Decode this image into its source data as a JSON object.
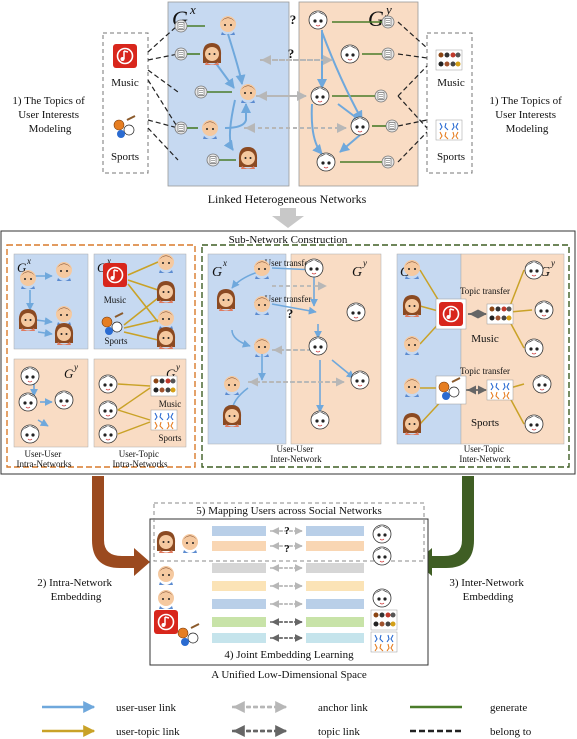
{
  "top": {
    "gx": "G",
    "gx_sup": "x",
    "gy": "G",
    "gy_sup": "y",
    "music_left": "Music",
    "sports_left": "Sports",
    "music_right": "Music",
    "sports_right": "Sports",
    "topics_left": [
      "1) The Topics of",
      "User Interests",
      "Modeling"
    ],
    "topics_right": [
      "1) The Topics of",
      "User Interests",
      "Modeling"
    ],
    "caption": "Linked Heterogeneous Networks"
  },
  "middle": {
    "title": "Sub-Network Construction",
    "intra": {
      "music": "Music",
      "sports": "Sports",
      "music2": "Music",
      "sports2": "Sports",
      "label_user": [
        "User-User",
        "Intra-Networks"
      ],
      "label_topic": [
        "User-Topic",
        "Intra-Networks"
      ]
    },
    "inter_user": {
      "transfer1": "User transfer",
      "transfer2": "User transfer",
      "label": [
        "User-User",
        "Inter-Network"
      ]
    },
    "inter_topic": {
      "transfer1": "Topic transfer",
      "transfer2": "Topic transfer",
      "music": "Music",
      "sports": "Sports",
      "label": [
        "User-Topic",
        "Inter-Network"
      ]
    },
    "q": "?"
  },
  "bottom": {
    "mapping_title": "5) Mapping Users across Social Networks",
    "joint_title": "4) Joint Embedding Learning",
    "space_caption": "A Unified Low-Dimensional Space",
    "intra_label": [
      "2) Intra-Network",
      "Embedding"
    ],
    "inter_label": [
      "3) Inter-Network",
      "Embedding"
    ]
  },
  "legend": {
    "user_user": "user-user link",
    "anchor": "anchor link",
    "generate": "generate",
    "user_topic": "user-topic link",
    "topic": "topic link",
    "belong": "belong to"
  },
  "colors": {
    "blue_panel": "#c6d9f1",
    "pink_panel": "#f9dcc4",
    "user_user": "#6fa8dc",
    "user_topic": "#c9a227",
    "anchor": "#b7b7b7",
    "topic_link": "#666666",
    "generate": "#4a7c2a",
    "intra_arrow": "#9b4a1f",
    "inter_arrow": "#3f5e24"
  }
}
